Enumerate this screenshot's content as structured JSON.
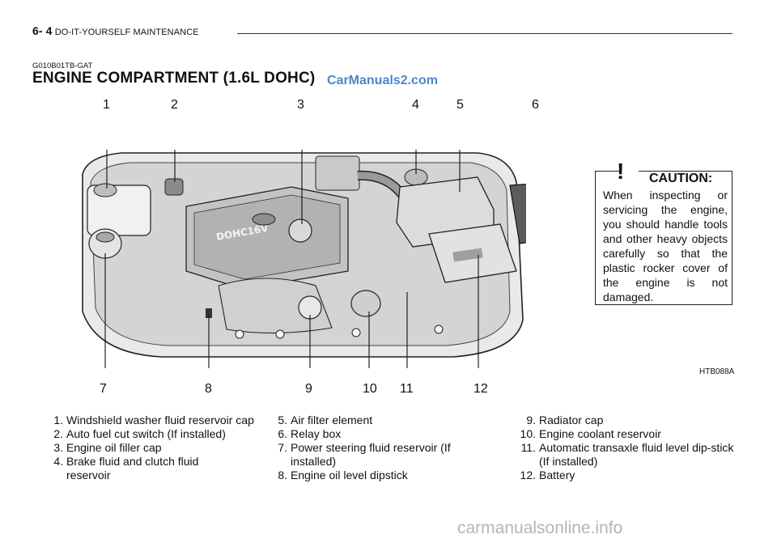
{
  "header": {
    "section": "6- 4",
    "title": "DO-IT-YOURSELF MAINTENANCE"
  },
  "doc_code": "G010B01TB-GAT",
  "page_title": "ENGINE COMPARTMENT (1.6L DOHC)",
  "watermark_top": "CarManuals2.com",
  "engine_badge": "DOHC16V",
  "callouts_top": [
    "1",
    "2",
    "3",
    "4",
    "5",
    "6"
  ],
  "callouts_bottom": [
    "7",
    "8",
    "9",
    "10",
    "11",
    "12"
  ],
  "caution": {
    "symbol": "!",
    "heading": "CAUTION:",
    "body": "When inspecting or servicing the engine, you should handle tools and other heavy objects carefully so that the plastic rocker cover of the engine is not damaged."
  },
  "figure_code": "HTB088A",
  "items_col1": [
    {
      "num": "1.",
      "text": "Windshield washer fluid reservoir cap"
    },
    {
      "num": "2.",
      "text": "Auto fuel cut switch (If installed)"
    },
    {
      "num": "3.",
      "text": "Engine oil filler cap"
    },
    {
      "num": "4.",
      "text": "Brake fluid and clutch fluid reservoir"
    }
  ],
  "items_col2": [
    {
      "num": "5.",
      "text": "Air filter element"
    },
    {
      "num": "6.",
      "text": "Relay box"
    },
    {
      "num": "7.",
      "text": "Power steering fluid reservoir (If installed)"
    },
    {
      "num": "8.",
      "text": "Engine oil level dipstick"
    }
  ],
  "items_col3": [
    {
      "num": "9.",
      "text": "Radiator cap"
    },
    {
      "num": "10.",
      "text": "Engine coolant reservoir"
    },
    {
      "num": "11.",
      "text": "Automatic transaxle fluid level dip-stick (If installed)"
    },
    {
      "num": "12.",
      "text": "Battery"
    }
  ],
  "watermark_bottom": "carmanualsonline.info"
}
